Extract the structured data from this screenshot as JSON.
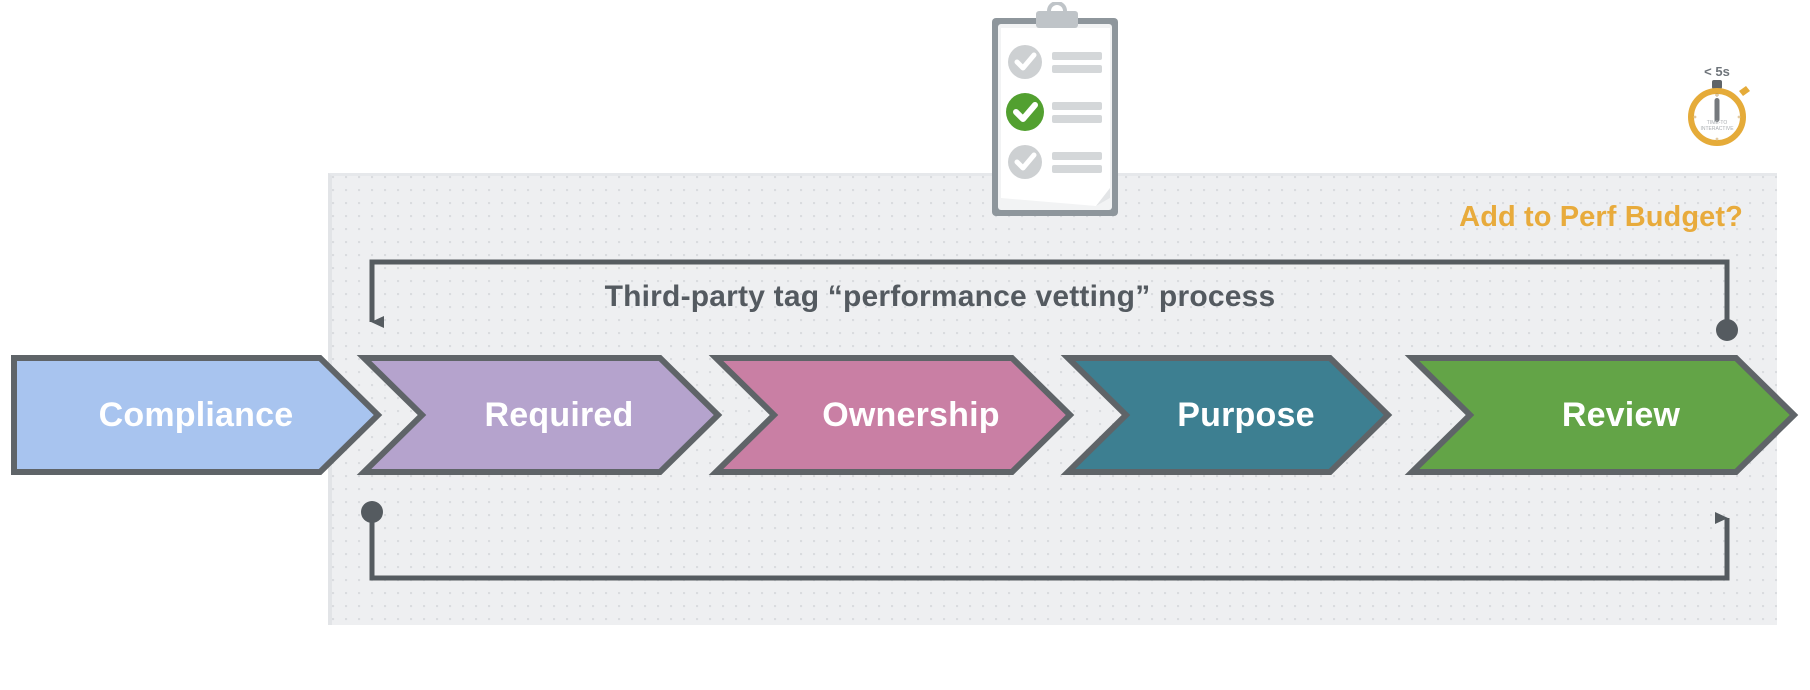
{
  "panel": {
    "budget_label": "Add to Perf Budget?",
    "budget_color": "#e8ab3c",
    "bg_color": "#eeeff1"
  },
  "process": {
    "title": "Third-party tag “performance vetting” process",
    "title_color": "#545a60"
  },
  "stages": [
    {
      "label": "Compliance",
      "fill": "#a8c4ef",
      "stroke": "#5f6468",
      "shape": "flat-start"
    },
    {
      "label": "Required",
      "fill": "#b5a3cd",
      "stroke": "#5f6468",
      "shape": "chevron"
    },
    {
      "label": "Ownership",
      "fill": "#c97fa4",
      "stroke": "#5f6468",
      "shape": "chevron"
    },
    {
      "label": "Purpose",
      "fill": "#3d7f91",
      "stroke": "#5f6468",
      "shape": "chevron"
    },
    {
      "label": "Review",
      "fill": "#63a council",
      "fill_hex": "#63a447",
      "stroke": "#5f6468",
      "shape": "chevron"
    }
  ],
  "loops": {
    "top": {
      "start_marker": "dot",
      "end_marker": "arrow",
      "direction": "right-to-left",
      "color": "#555b60"
    },
    "bottom": {
      "start_marker": "dot",
      "end_marker": "arrow",
      "direction": "left-to-right",
      "color": "#555b60"
    }
  },
  "clipboard": {
    "name": "checklist-clipboard",
    "items": [
      {
        "checked": true,
        "state": "inactive"
      },
      {
        "checked": true,
        "state": "active"
      },
      {
        "checked": true,
        "state": "inactive"
      }
    ],
    "active_color": "#52a030",
    "inactive_color": "#c7c9cb"
  },
  "stopwatch": {
    "top_label": "< 5s",
    "dial_label_line1": "TIME-TO",
    "dial_label_line2": "INTERACTIVE",
    "color": "#e5ab39"
  }
}
